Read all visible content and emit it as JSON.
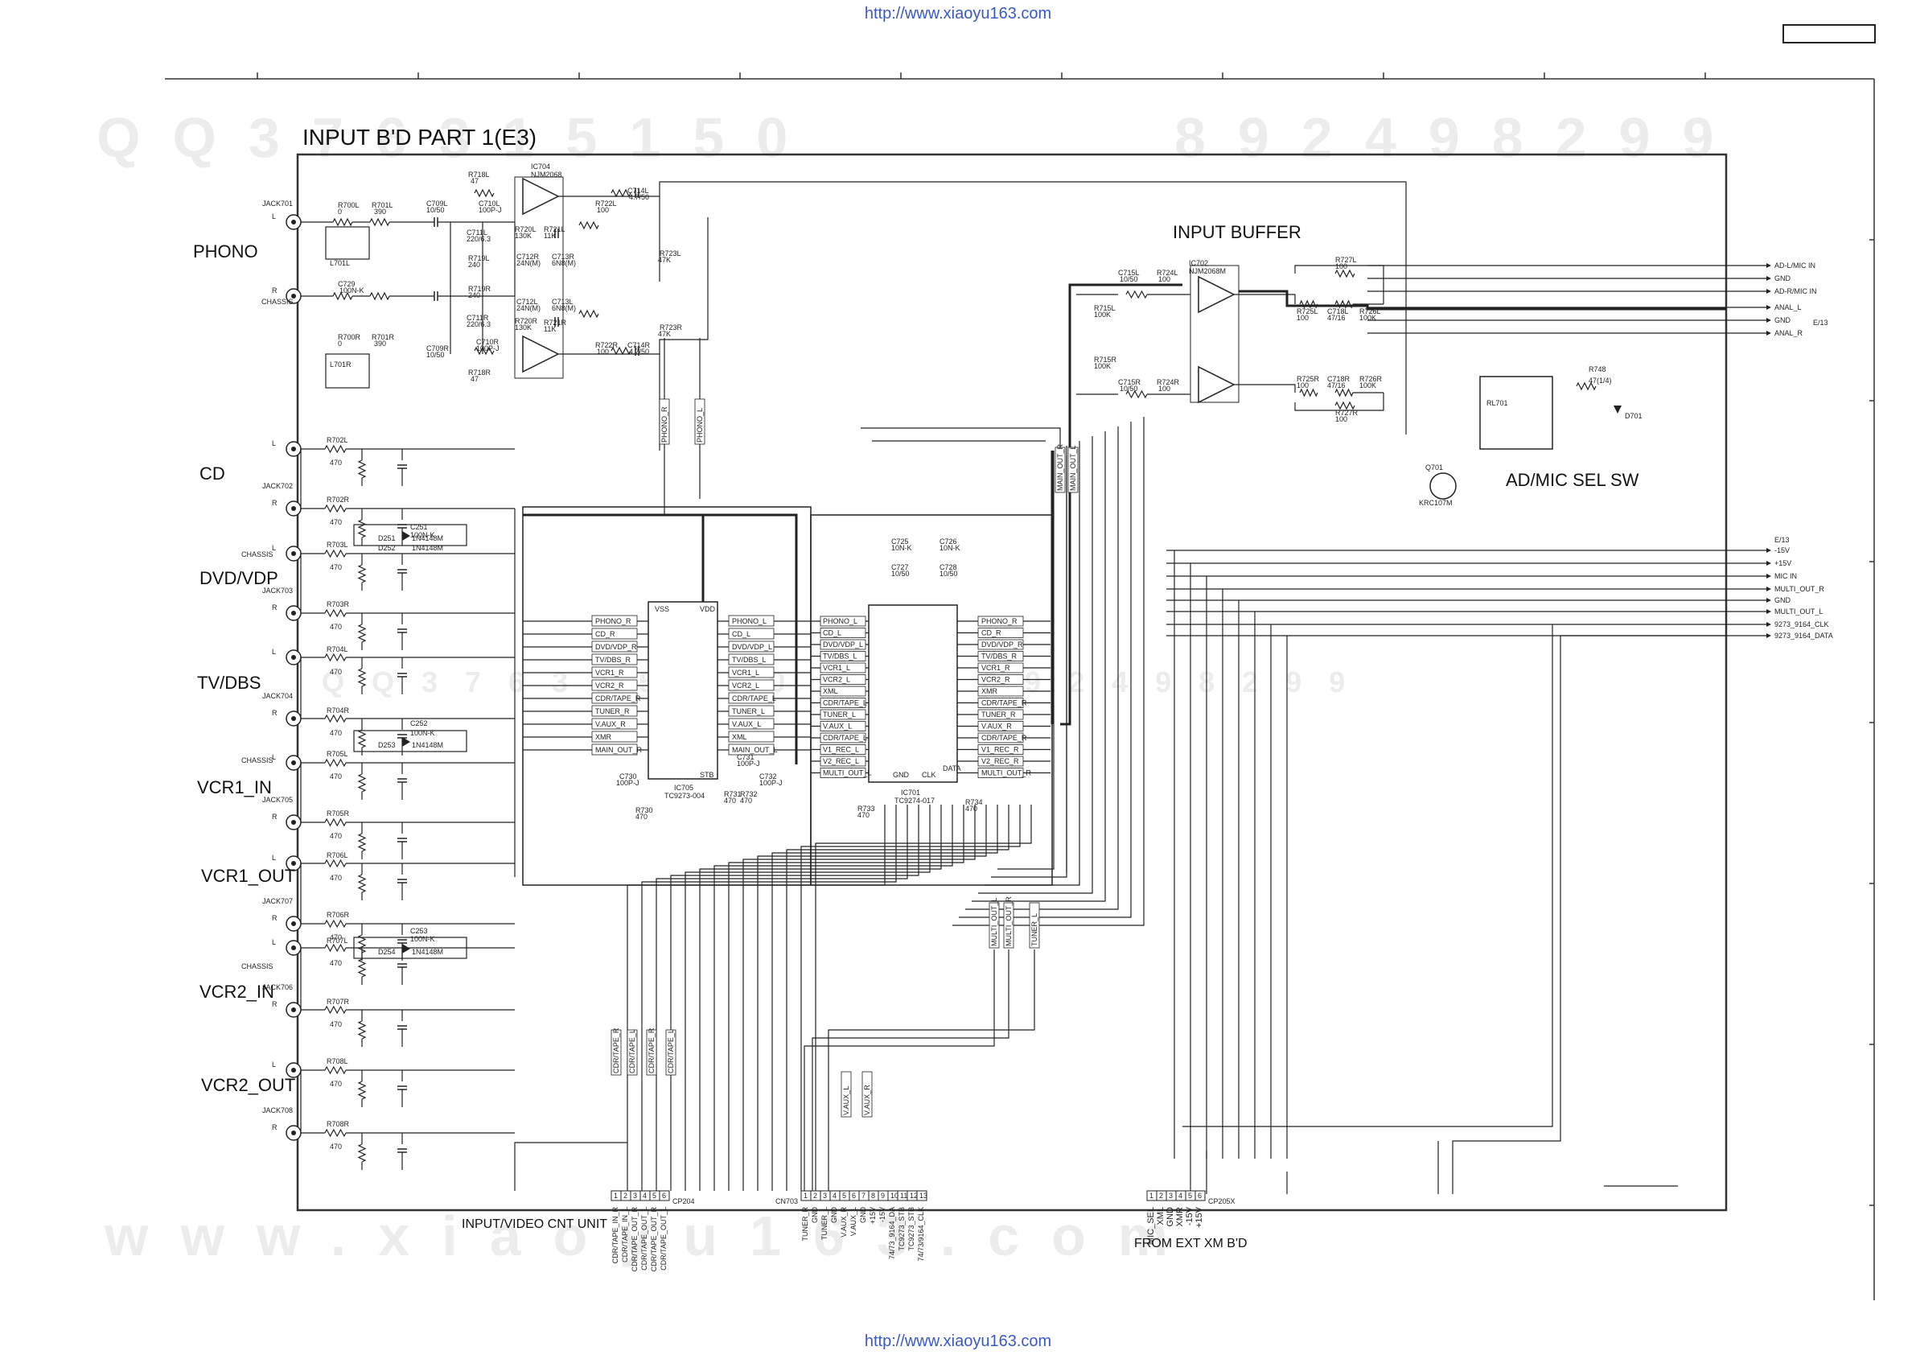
{
  "page": {
    "url_top": "http://www.xiaoyu163.com",
    "url_bottom": "http://www.xiaoyu163.com",
    "title": "INPUT B'D  PART 1(E3)",
    "watermark_top_left": "QQ376315150",
    "watermark_top_right": "892498299",
    "watermark_mid_left": "QQ376315150",
    "watermark_mid_right": "892498299",
    "watermark_bottom": "www.xiaoyu163.com"
  },
  "inputs": [
    {
      "label": "PHONO",
      "jack": "JACK701"
    },
    {
      "label": "CD",
      "jack": "JACK702"
    },
    {
      "label": "DVD/VDP",
      "jack": "JACK703"
    },
    {
      "label": "TV/DBS",
      "jack": "JACK704"
    },
    {
      "label": "VCR1_IN",
      "jack": "JACK705"
    },
    {
      "label": "VCR1_OUT",
      "jack": "JACK707"
    },
    {
      "label": "VCR2_IN",
      "jack": "JACK706"
    },
    {
      "label": "VCR2_OUT",
      "jack": "JACK708"
    }
  ],
  "blocks": {
    "input_buffer": "INPUT BUFFER",
    "ad_mic_sel": "AD/MIC SEL SW",
    "input_video_cnt": "INPUT/VIDEO CNT UNIT",
    "from_ext_xm": "FROM EXT XM B'D",
    "ic705": "IC705",
    "ic705_part": "TC9273-004",
    "ic701": "IC701",
    "ic701_part": "TC9274-017",
    "ic704": "IC704",
    "ic704_part": "NJM2068",
    "ic702": "IC702",
    "ic702_part": "NJM2068M",
    "q701": "Q701",
    "q701_part": "KRC107M",
    "rl701": "RL701",
    "r748": "R748",
    "r748_val": "47(1/4)",
    "d701": "D701"
  },
  "connectors": {
    "cp204": "CP204",
    "cn703": "CN703",
    "cp205x": "CP205X",
    "cp204_pins": [
      "CDR/TAPE_IN_R",
      "CDR/TAPE_IN_L",
      "CDR/TAPE_OUT_R",
      "CDR/TAPE_OUT_L",
      "CDR/TAPE_OUT_R",
      "CDR/TAPE_OUT_L"
    ],
    "cn703_pins": [
      "TUNER_R",
      "GND",
      "TUNER_L",
      "GND",
      "V.AUX_R",
      "V.AUX_L",
      "GND",
      "+15V",
      "-15V",
      "74/73_9164_DA",
      "TC9273_STB",
      "TC9273_STB",
      "74/73/9164_CLK"
    ],
    "cp205x_pins": [
      "MIC_SEL",
      "XML",
      "GND",
      "XMR",
      "-15V",
      "+15V"
    ]
  },
  "right_signals": {
    "group1": [
      "AD-L/MIC IN",
      "GND",
      "AD-R/MIC IN",
      "ANAL_L",
      "GND",
      "ANAL_R"
    ],
    "group1_ref": "E/13",
    "group2": [
      "-15V",
      "+15V",
      "MIC IN",
      "MULTI_OUT_R",
      "GND",
      "MULTI_OUT_L",
      "9273_9164_CLK",
      "9273_9164_DATA"
    ],
    "group2_ref": "E/13"
  },
  "bus": {
    "ic705_left": [
      "PHONO_R",
      "CD_R",
      "DVD/VDP_R",
      "TV/DBS_R",
      "VCR1_R",
      "VCR2_R",
      "CDR/TAPE_R",
      "TUNER_R",
      "V.AUX_R",
      "XMR",
      "MAIN_OUT_R"
    ],
    "ic705_right": [
      "PHONO_L",
      "CD_L",
      "DVD/VDP_L",
      "TV/DBS_L",
      "VCR1_L",
      "VCR2_L",
      "CDR/TAPE_L",
      "TUNER_L",
      "V.AUX_L",
      "XML",
      "MAIN_OUT_L"
    ],
    "ic701_left": [
      "PHONO_L",
      "CD_L",
      "DVD/VDP_L",
      "TV/DBS_L",
      "VCR1_L",
      "VCR2_L",
      "XML",
      "CDR/TAPE_L",
      "TUNER_L",
      "V.AUX_L",
      "CDR/TAPE_L",
      "V1_REC_L",
      "V2_REC_L",
      "MULTI_OUT_L"
    ],
    "ic701_right": [
      "PHONO_R",
      "CD_R",
      "DVD/VDP_R",
      "TV/DBS_R",
      "VCR1_R",
      "VCR2_R",
      "XMR",
      "CDR/TAPE_R",
      "TUNER_R",
      "V.AUX_R",
      "CDR/TAPE_R",
      "V1_REC_R",
      "V2_REC_R",
      "MULTI_OUT_R"
    ],
    "vertical_tags": [
      "PHONO_R",
      "PHONO_L",
      "MAIN_OUT_R",
      "MAIN_OUT_L",
      "MULTI_OUT_L",
      "MULTI_OUT_R",
      "TUNER_L",
      "V.AUX_L",
      "V.AUX_R",
      "CDR/TAPE_R",
      "CDR/TAPE_L",
      "CDR/TAPE_R",
      "CDR/TAPE_L"
    ]
  },
  "components": {
    "phono": [
      "R700L",
      "0",
      "R701L",
      "390",
      "C709L",
      "10/50",
      "R718L",
      "47",
      "C710L",
      "100P-J",
      "C711L",
      "220/6.3",
      "R719L",
      "240",
      "C712L",
      "24N(M)",
      "C713L",
      "6N8(M)",
      "R720L",
      "130K",
      "R721L",
      "11K",
      "R722L",
      "100",
      "C714L",
      "4.7/50",
      "R723L",
      "47K",
      "L701L",
      "L701R",
      "C729",
      "100N-K",
      "R700R",
      "0",
      "R701R",
      "390",
      "C709R",
      "10/50",
      "R718R",
      "47",
      "C710R",
      "100P-J",
      "C711R",
      "220/6.3",
      "R719R",
      "240",
      "C712R",
      "24N(M)",
      "C713R",
      "6N8(M)",
      "R720R",
      "130K",
      "R721R",
      "11K",
      "R722R",
      "100",
      "C714R",
      "4.7/50",
      "R723R",
      "47K"
    ],
    "jacks": [
      "R702L",
      "470",
      "R702R",
      "470",
      "R703L",
      "470",
      "R703R",
      "470",
      "R704L",
      "470",
      "R704R",
      "470",
      "R705L",
      "470",
      "R705R",
      "470",
      "R706L",
      "470",
      "R706R",
      "470",
      "R707L",
      "470",
      "R707R",
      "470",
      "R708L",
      "470",
      "R708R",
      "470",
      "D251",
      "1N4148M",
      "D252",
      "1N4148M",
      "D253",
      "1N4148M",
      "D254",
      "1N4148M",
      "C251",
      "100N-K",
      "C252",
      "100N-K",
      "C253",
      "100N-K",
      "CHASSIS"
    ],
    "buffer": [
      "C715L",
      "10/50",
      "R724L",
      "100",
      "R725L",
      "100",
      "C718L",
      "47/16",
      "R726L",
      "100K",
      "R727L",
      "100",
      "C715R",
      "10/50",
      "R724R",
      "100",
      "R725R",
      "100",
      "C718R",
      "47/16",
      "R726R",
      "100K",
      "R727R",
      "100",
      "R715L",
      "100K",
      "R715R",
      "100K"
    ],
    "ics": [
      "C725",
      "10N-K",
      "C726",
      "10N-K",
      "C727",
      "10/50",
      "C728",
      "10/50",
      "C730",
      "100P-J",
      "C731",
      "100P-J",
      "C732",
      "100P-J",
      "R730",
      "470",
      "R731",
      "470",
      "R732",
      "470",
      "R733",
      "470",
      "R734",
      "470",
      "VSS",
      "VDD",
      "GND",
      "CLK",
      "DATA",
      "STB"
    ]
  }
}
